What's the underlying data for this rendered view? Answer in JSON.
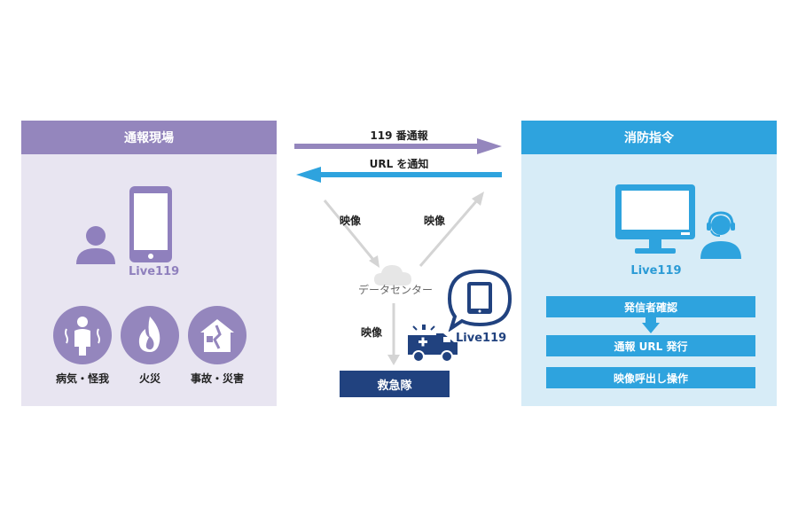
{
  "left_panel": {
    "title": "通報現場",
    "app_label": "Live119",
    "scenes": [
      {
        "label": "病気・怪我",
        "icon": "sick-person-icon"
      },
      {
        "label": "火災",
        "icon": "fire-icon"
      },
      {
        "label": "事故・災害",
        "icon": "collapsed-house-icon"
      }
    ]
  },
  "right_panel": {
    "title": "消防指令",
    "app_label": "Live119",
    "steps": [
      "発信者確認",
      "通報 URL 発行",
      "映像呼出し操作"
    ]
  },
  "arrows": {
    "call": "119 番通報",
    "url": "URL を通知"
  },
  "center": {
    "video_left": "映像",
    "video_right": "映像",
    "video_down": "映像",
    "data_center": "データセンター",
    "app_label": "Live119",
    "team": "救急隊"
  },
  "colors": {
    "purple": "#9486bd",
    "purple_light": "#e8e5f1",
    "blue": "#2ea3de",
    "blue_light": "#d7ecf7",
    "navy": "#21427f"
  }
}
